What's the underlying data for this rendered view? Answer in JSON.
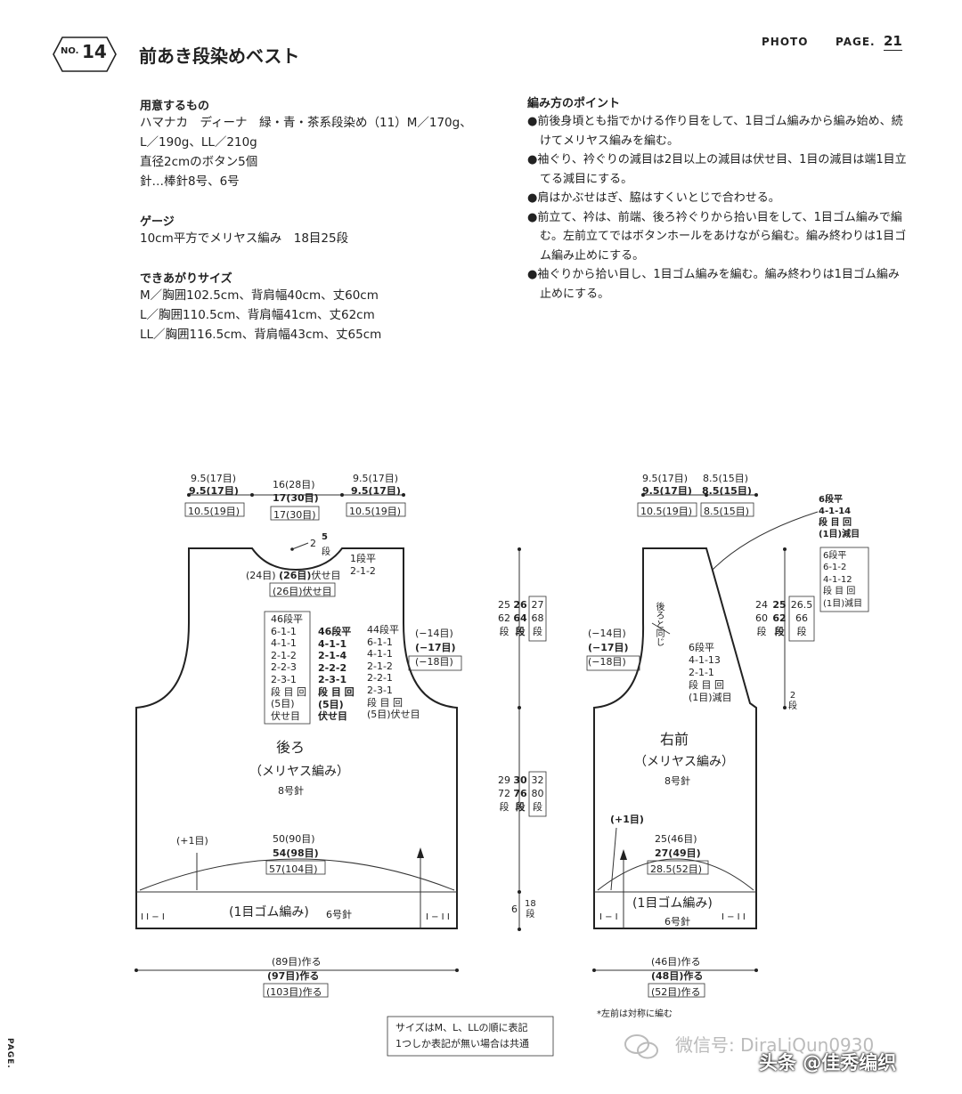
{
  "header": {
    "no_label": "NO.",
    "no_value": "14",
    "title": "前あき段染めベスト",
    "photo_label": "PHOTO",
    "page_label": "PAGE.",
    "page_value": "21"
  },
  "materials": {
    "heading": "用意するもの",
    "lines": [
      "ハマナカ　ディーナ　緑・青・茶系段染め（11）M／170g、",
      "L／190g、LL／210g",
      "直径2cmのボタン5個",
      "針…棒針8号、6号"
    ]
  },
  "gauge": {
    "heading": "ゲージ",
    "lines": [
      "10cm平方でメリヤス編み　18目25段"
    ]
  },
  "sizes": {
    "heading": "できあがりサイズ",
    "lines": [
      "M／胸囲102.5cm、背肩幅40cm、丈60cm",
      "L／胸囲110.5cm、背肩幅41cm、丈62cm",
      "LL／胸囲116.5cm、背肩幅43cm、丈65cm"
    ]
  },
  "points": {
    "heading": "編み方のポイント",
    "items": [
      "前後身頃とも指でかける作り目をして、1目ゴム編みから編み始め、続けてメリヤス編みを編む。",
      "袖ぐり、衿ぐりの減目は2目以上の減目は伏せ目、1目の減目は端1目立てる減目にする。",
      "肩はかぶせはぎ、脇はすくいとじで合わせる。",
      "前立て、衿は、前端、後ろ衿ぐりから拾い目をして、1目ゴム編みで編む。左前立てではボタンホールをあけながら編む。編み終わりは1目ゴム編み止めにする。",
      "袖ぐりから拾い目し、1目ゴム編みを編む。編み終わりは1目ゴム編み止めにする。"
    ]
  },
  "back": {
    "name": "後ろ",
    "stitch": "（メリヤス編み）",
    "needle": "8号針",
    "shoulder_w": [
      "9.5(17目)",
      "9.5(17目)",
      "10.5(19目)"
    ],
    "neck_w": [
      "16(28目)",
      "17(30目)",
      "17(30目)"
    ],
    "neck_rows": [
      "2",
      "5",
      "段"
    ],
    "neck_note": [
      "1段平",
      "2-1-2"
    ],
    "bindoff": [
      "(24目)",
      "(26目)",
      "伏せ目",
      "(26目)伏せ目"
    ],
    "armhole_m": [
      "46段平",
      "6-1-1",
      "4-1-1",
      "2-1-2",
      "2-2-3",
      "2-3-1",
      "段 目 回",
      "(5目)",
      "伏せ目"
    ],
    "armhole_l": [
      "46段平",
      "4-1-1",
      "2-1-4",
      "2-2-2",
      "2-3-1",
      "段 目 回",
      "(5目)",
      "伏せ目"
    ],
    "armhole_ll": [
      "44段平",
      "6-1-1",
      "4-1-1",
      "2-1-2",
      "2-2-1",
      "2-3-1",
      "段 目 回",
      "(5目)伏せ目"
    ],
    "dec": [
      "(−14目)",
      "(−17目)",
      "(−18目)"
    ],
    "inc": "(+1目)",
    "width": [
      "50(90目)",
      "54(98目)",
      "57(104目)"
    ],
    "rib": "(1目ゴム編み)",
    "rib_needle": "6号針",
    "rib_left": "I I − I",
    "rib_right": "I − I I",
    "cast_on": [
      "(89目)作る",
      "(97目)作る",
      "(103目)作る"
    ]
  },
  "middle": {
    "armhole_cm": [
      "25",
      "26",
      "27"
    ],
    "armhole_rows": [
      "62",
      "64",
      "68"
    ],
    "body_cm": [
      "29",
      "30",
      "32"
    ],
    "body_rows": [
      "72",
      "76",
      "80"
    ],
    "rib_cm": "6",
    "rib_rows": "18",
    "dan": "段"
  },
  "front": {
    "name": "右前",
    "stitch": "（メリヤス編み）",
    "needle": "8号針",
    "shoulder_w": [
      "9.5(17目)",
      "9.5(17目)",
      "10.5(19目)"
    ],
    "front_w": [
      "8.5(15目)",
      "8.5(15目)",
      "8.5(15目)"
    ],
    "neck_l": [
      "6段平",
      "4-1-14",
      "段 目 回",
      "(1目)減目"
    ],
    "neck_ll": [
      "6段平",
      "6-1-2",
      "4-1-12",
      "段 目 回",
      "(1目)減目"
    ],
    "neck_m": [
      "6段平",
      "4-1-13",
      "2-1-1",
      "段 目 回",
      "(1目)減目"
    ],
    "same_as_back": "後ろと同じ",
    "neck_cm": [
      "24",
      "25",
      "26.5"
    ],
    "neck_rows": [
      "60",
      "62",
      "66"
    ],
    "neck_start": [
      "2",
      "段"
    ],
    "dec": [
      "(−14目)",
      "(−17目)",
      "(−18目)"
    ],
    "inc": "(+1目)",
    "width": [
      "25(46目)",
      "27(49目)",
      "28.5(52目)"
    ],
    "rib": "(1目ゴム編み)",
    "rib_needle": "6号針",
    "rib_left": "I − I",
    "rib_right": "I − I I",
    "cast_on": [
      "(46目)作る",
      "(48目)作る",
      "(52目)作る"
    ],
    "mirror_note": "*左前は対称に編む"
  },
  "legend": [
    "サイズはM、L、LLの順に表記",
    "1つしか表記が無い場合は共通"
  ],
  "watermark": [
    "微信号: DiraLiQun0930",
    "头条 @佳秀编织"
  ],
  "side_label": "PAGE."
}
